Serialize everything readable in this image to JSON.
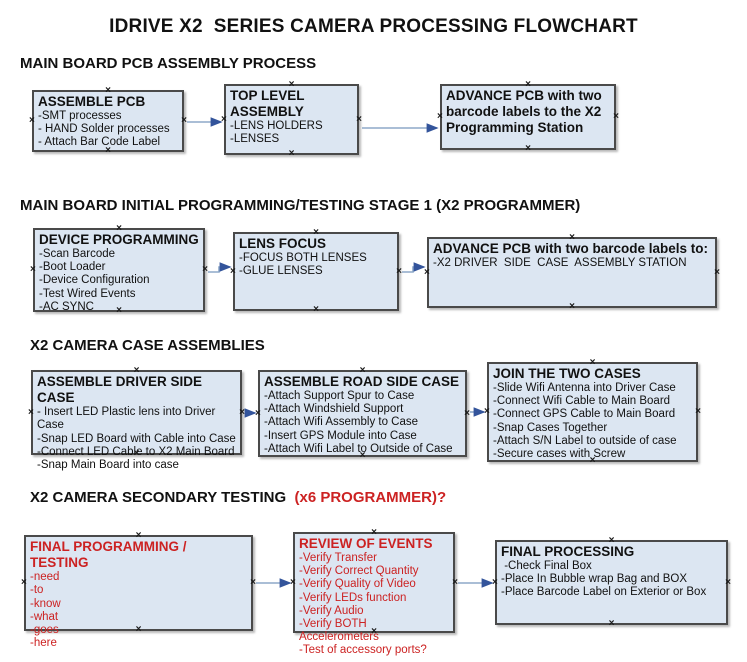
{
  "title": "IDRIVE X2  SERIES CAMERA PROCESSING FLOWCHART",
  "colors": {
    "box_fill": "#DCE6F2",
    "box_border": "#4A4A4A",
    "red_text": "#CC2222",
    "arrow_line": "#8DA8C8",
    "arrow_head": "#33549B"
  },
  "icons": {
    "connection_point": "x-connection-mark",
    "connector": "flow-arrow"
  },
  "sections": [
    {
      "heading": "MAIN BOARD PCB ASSEMBLY PROCESS",
      "boxes": [
        {
          "title": "ASSEMBLE PCB",
          "items": [
            "-SMT processes",
            "- HAND Solder processes",
            "- Attach Bar Code Label"
          ]
        },
        {
          "title": "TOP LEVEL ASSEMBLY",
          "items": [
            "-LENS HOLDERS",
            "-LENSES"
          ]
        },
        {
          "title": "ADVANCE PCB with two barcode labels to the X2 Programming Station",
          "items": []
        }
      ]
    },
    {
      "heading": "MAIN BOARD INITIAL PROGRAMMING/TESTING STAGE 1 (X2 PROGRAMMER)",
      "boxes": [
        {
          "title": "DEVICE PROGRAMMING",
          "items": [
            "-Scan Barcode",
            "-Boot Loader",
            "-Device Configuration",
            "-Test Wired Events",
            "-AC SYNC"
          ]
        },
        {
          "title": "LENS FOCUS",
          "items": [
            "-FOCUS BOTH LENSES",
            "-GLUE LENSES"
          ]
        },
        {
          "title": "ADVANCE PCB with two barcode labels to:",
          "items": [
            "-X2 DRIVER  SIDE  CASE  ASSEMBLY STATION"
          ]
        }
      ]
    },
    {
      "heading": "X2 CAMERA CASE ASSEMBLIES",
      "boxes": [
        {
          "title": "ASSEMBLE DRIVER SIDE CASE",
          "items": [
            "- Insert LED Plastic lens into Driver Case",
            "-Snap LED Board with Cable into Case",
            "-Connect LED Cable to X2 Main Board",
            "-Snap Main Board into case"
          ]
        },
        {
          "title": "ASSEMBLE ROAD SIDE CASE",
          "items": [
            "-Attach Support Spur to Case",
            "-Attach Windshield Support",
            "-Attach Wifi Assembly to Case",
            "-Insert GPS Module into Case",
            "-Attach Wifi Label to Outside of Case"
          ]
        },
        {
          "title": "JOIN THE TWO CASES",
          "items": [
            "-Slide Wifi Antenna into Driver Case",
            "-Connect Wifi Cable to Main Board",
            "-Connect GPS Cable to Main Board",
            "-Snap Cases Together",
            "-Attach S/N Label to outside of case",
            "-Secure cases with Screw"
          ]
        }
      ]
    },
    {
      "heading": "X2 CAMERA SECONDARY TESTING",
      "heading_suffix": "  (x6 PROGRAMMER)?",
      "boxes": [
        {
          "title": "FINAL PROGRAMMING / TESTING",
          "items": [
            "-need",
            "-to",
            "-know",
            "-what",
            "-goes",
            "-here"
          ]
        },
        {
          "title": "REVIEW OF EVENTS",
          "items": [
            "-Verify Transfer",
            "-Verify Correct Quantity",
            "-Verify Quality of Video",
            "-Verify LEDs function",
            "-Verify Audio",
            "-Verify BOTH Accelerometers",
            "-Test of accessory ports?"
          ]
        },
        {
          "title": "FINAL PROCESSING",
          "items": [
            " -Check Final Box",
            "-Place In Bubble wrap Bag and BOX",
            "-Place Barcode Label on Exterior or Box"
          ]
        }
      ]
    }
  ]
}
